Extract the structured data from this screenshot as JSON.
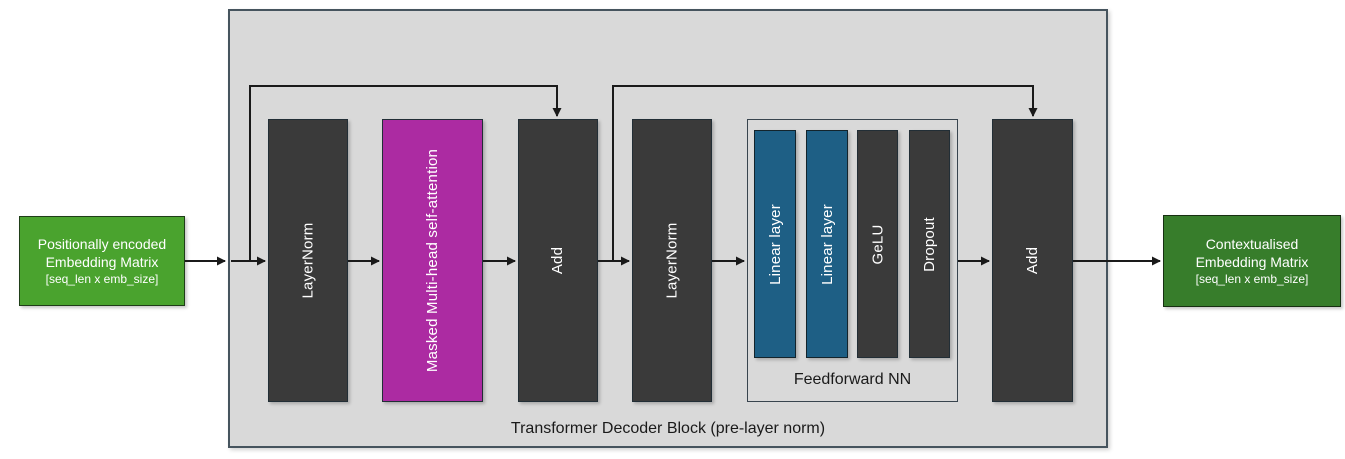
{
  "input_box": {
    "lines": [
      "Positionally encoded",
      "Embedding Matrix",
      "[seq_len x emb_size]"
    ],
    "color": "#4AA32E"
  },
  "output_box": {
    "lines": [
      "Contextualised",
      "Embedding Matrix",
      "[seq_len x emb_size]"
    ],
    "color": "#377D2B"
  },
  "decoder": {
    "caption": "Transformer Decoder Block (pre-layer norm)",
    "blocks": [
      {
        "label": "LayerNorm",
        "color": "#3A3A3A"
      },
      {
        "label": "Masked Multi-head self-attention",
        "color": "#AC2BA2"
      },
      {
        "label": "Add",
        "color": "#3A3A3A"
      },
      {
        "label": "LayerNorm",
        "color": "#3A3A3A"
      },
      {
        "label": "Add",
        "color": "#3A3A3A"
      }
    ],
    "ffn": {
      "label": "Feedforward NN",
      "layers": [
        {
          "label": "Linear layer",
          "color": "#1E5F85"
        },
        {
          "label": "Linear layer",
          "color": "#1E5F85"
        },
        {
          "label": "GeLU",
          "color": "#3A3A3A"
        },
        {
          "label": "Dropout",
          "color": "#3A3A3A"
        }
      ]
    }
  },
  "colors": {
    "container_fill": "#D9D9D9",
    "container_border": "#46545E",
    "arrow": "#1A1A1A"
  }
}
